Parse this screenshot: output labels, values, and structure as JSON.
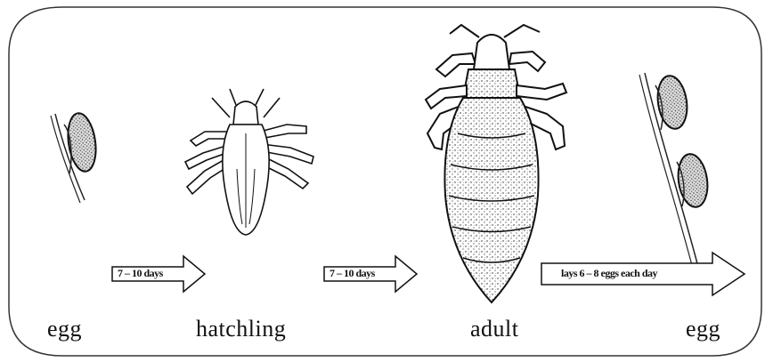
{
  "diagram": {
    "stages": [
      {
        "id": "egg-1",
        "label": "egg"
      },
      {
        "id": "hatchling",
        "label": "hatchling"
      },
      {
        "id": "adult",
        "label": "adult"
      },
      {
        "id": "egg-2",
        "label": "egg"
      }
    ],
    "arrows": [
      {
        "id": "arrow-1",
        "text": "7 – 10 days"
      },
      {
        "id": "arrow-2",
        "text": "7 – 10 days"
      },
      {
        "id": "arrow-3",
        "text": "lays 6 – 8 eggs each day"
      }
    ]
  }
}
